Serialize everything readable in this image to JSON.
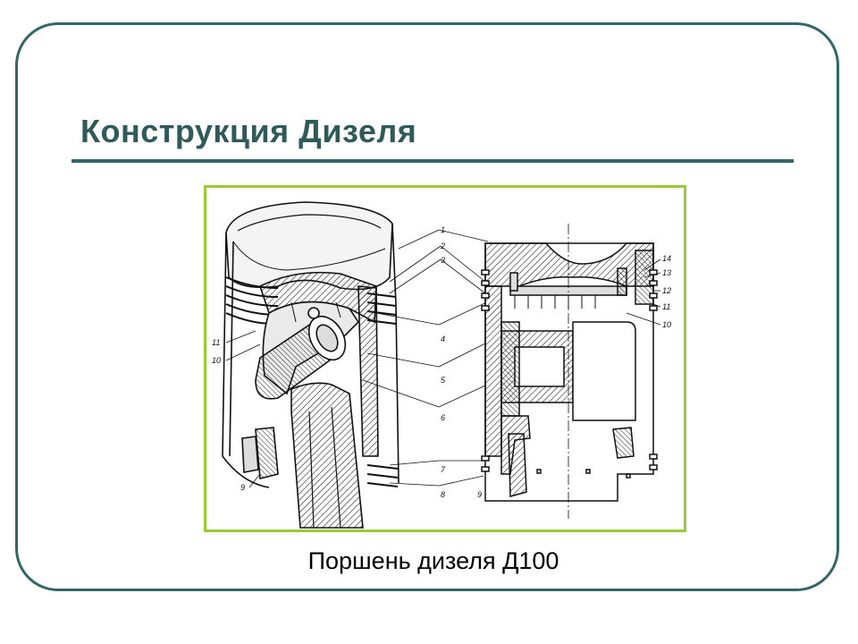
{
  "slide": {
    "title": "Конструкция Дизеля",
    "caption": "Поршень дизеля Д100"
  },
  "diagram": {
    "left_labels": [
      "11",
      "10",
      "9"
    ],
    "middle_labels": [
      "1",
      "2",
      "3",
      "4",
      "5",
      "6",
      "7",
      "8",
      "9"
    ],
    "right_labels": [
      "14",
      "13",
      "12",
      "11",
      "10"
    ]
  },
  "colors": {
    "frame": "#336666",
    "title": "#2f5a5a",
    "figure_border": "#99cc33"
  }
}
